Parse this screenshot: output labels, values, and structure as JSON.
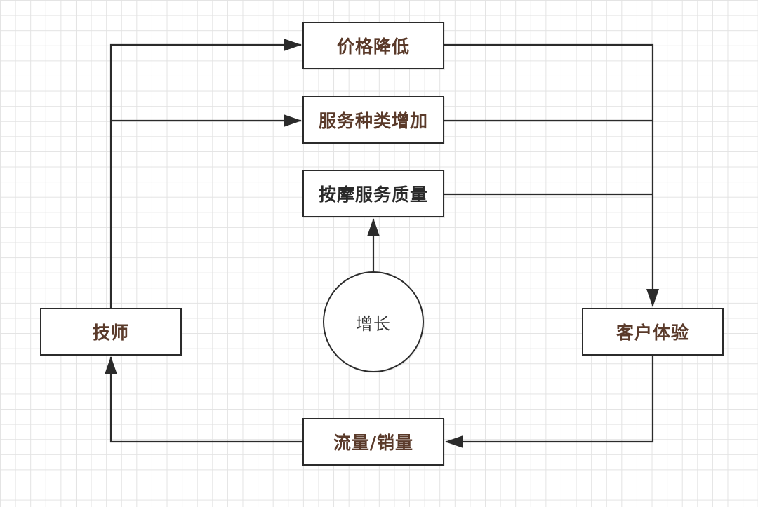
{
  "nodes": {
    "price_down": "价格降低",
    "service_variety": "服务种类增加",
    "massage_quality": "按摩服务质量",
    "technician": "技师",
    "customer_experience": "客户体验",
    "traffic_sales": "流量/销量",
    "growth": "增长"
  },
  "colors": {
    "line": "#2b2b2b",
    "label_text": "#5a3a2a",
    "grid": "#e3e3e3"
  }
}
